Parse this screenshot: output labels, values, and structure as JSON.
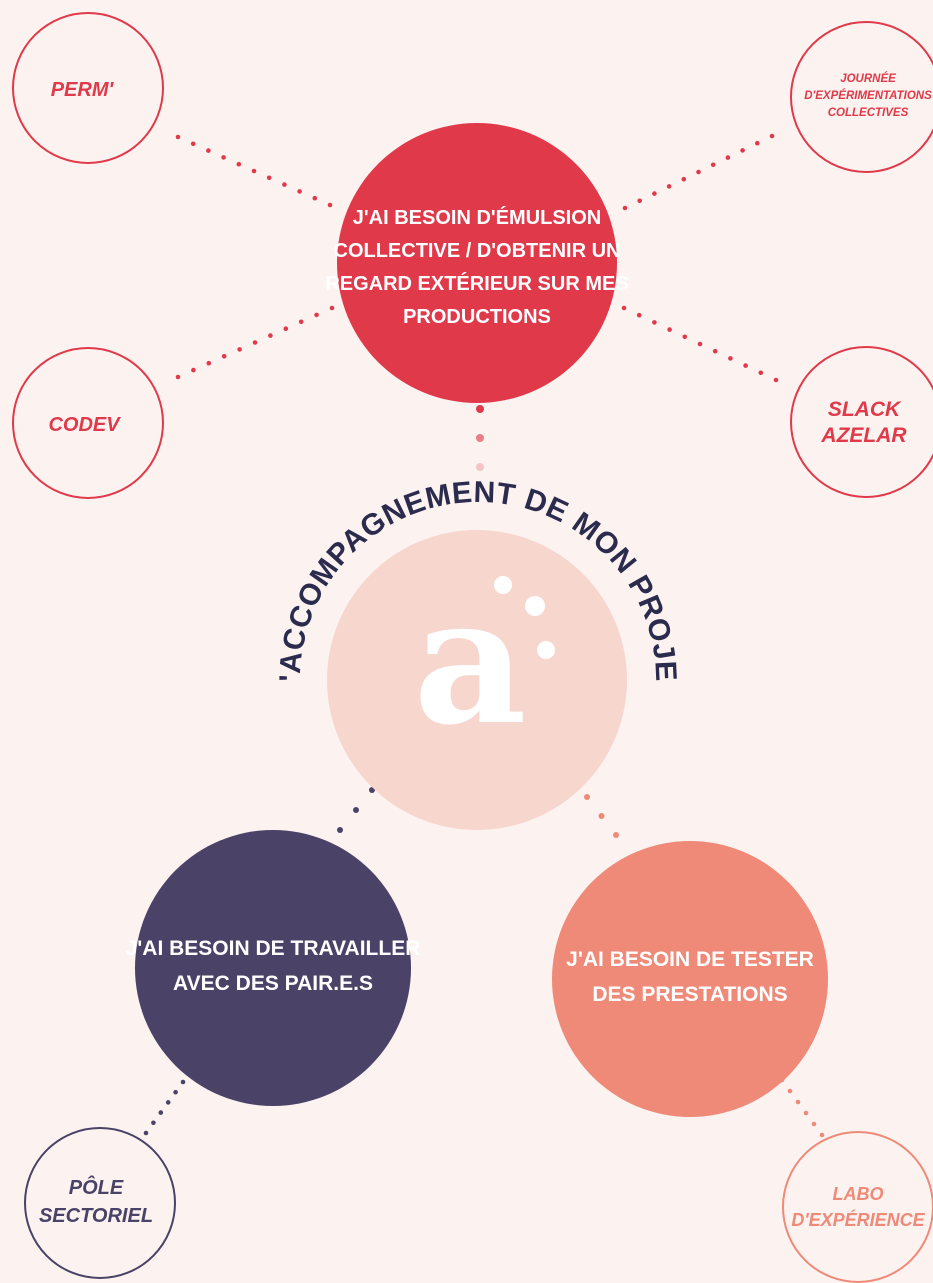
{
  "colors": {
    "background": "#fcf3f0",
    "red": "#e0394a",
    "navy": "#4a4267",
    "salmon": "#ef8978",
    "pale_pink": "#f7d6cd",
    "outline_red": "#e0394a",
    "outline_navy": "#4a4267",
    "outline_salmon": "#ef8978",
    "title_navy": "#2b2b4e"
  },
  "center": {
    "title": "L'ACCOMPAGNEMENT DE MON PROJET",
    "logo_icon": "azelar-a-logo"
  },
  "hubs": {
    "top": {
      "lines": [
        "J'AI BESOIN D'ÉMULSION",
        "COLLECTIVE / D'OBTENIR UN",
        "REGARD EXTÉRIEUR SUR MES",
        "PRODUCTIONS"
      ]
    },
    "left": {
      "lines": [
        "J'AI BESOIN DE TRAVAILLER",
        "AVEC DES PAIR.E.S"
      ]
    },
    "right": {
      "lines": [
        "J'AI BESOIN DE TESTER",
        "DES PRESTATIONS"
      ]
    }
  },
  "satellites": {
    "perm": {
      "lines": [
        "PERM'"
      ]
    },
    "journee": {
      "lines": [
        "JOURNÉE",
        "D'EXPÉRIMENTATIONS",
        "COLLECTIVES"
      ]
    },
    "codev": {
      "lines": [
        "CODEV"
      ]
    },
    "slack": {
      "lines": [
        "SLACK",
        "AZELAR"
      ]
    },
    "pole": {
      "lines": [
        "PÔLE",
        "SECTORIEL"
      ]
    },
    "labo": {
      "lines": [
        "LABO",
        "D'EXPÉRIENCE"
      ]
    }
  }
}
